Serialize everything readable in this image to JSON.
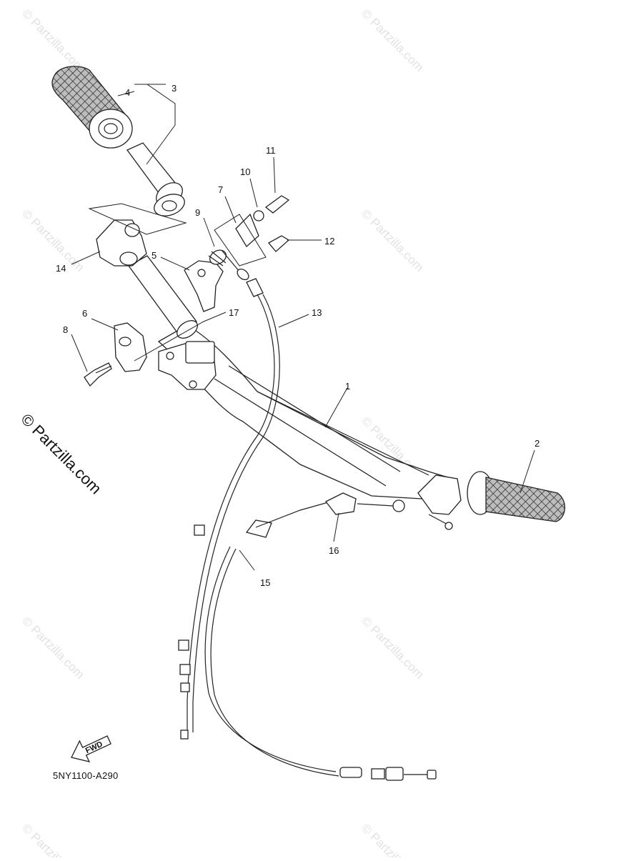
{
  "watermarks": {
    "side_text": "© Partzilla.com",
    "repeated_text": "© Partzilla.com"
  },
  "diagram_code": "5NY1100-A290",
  "fwd_label": "FWD",
  "callouts": [
    {
      "id": "1",
      "label": "1"
    },
    {
      "id": "2",
      "label": "2"
    },
    {
      "id": "3",
      "label": "3"
    },
    {
      "id": "4",
      "label": "4"
    },
    {
      "id": "5",
      "label": "5"
    },
    {
      "id": "6",
      "label": "6"
    },
    {
      "id": "7",
      "label": "7"
    },
    {
      "id": "8",
      "label": "8"
    },
    {
      "id": "9",
      "label": "9"
    },
    {
      "id": "10",
      "label": "10"
    },
    {
      "id": "11",
      "label": "11"
    },
    {
      "id": "12",
      "label": "12"
    },
    {
      "id": "13",
      "label": "13"
    },
    {
      "id": "14",
      "label": "14"
    },
    {
      "id": "15",
      "label": "15"
    },
    {
      "id": "16",
      "label": "16"
    },
    {
      "id": "17",
      "label": "17"
    }
  ]
}
